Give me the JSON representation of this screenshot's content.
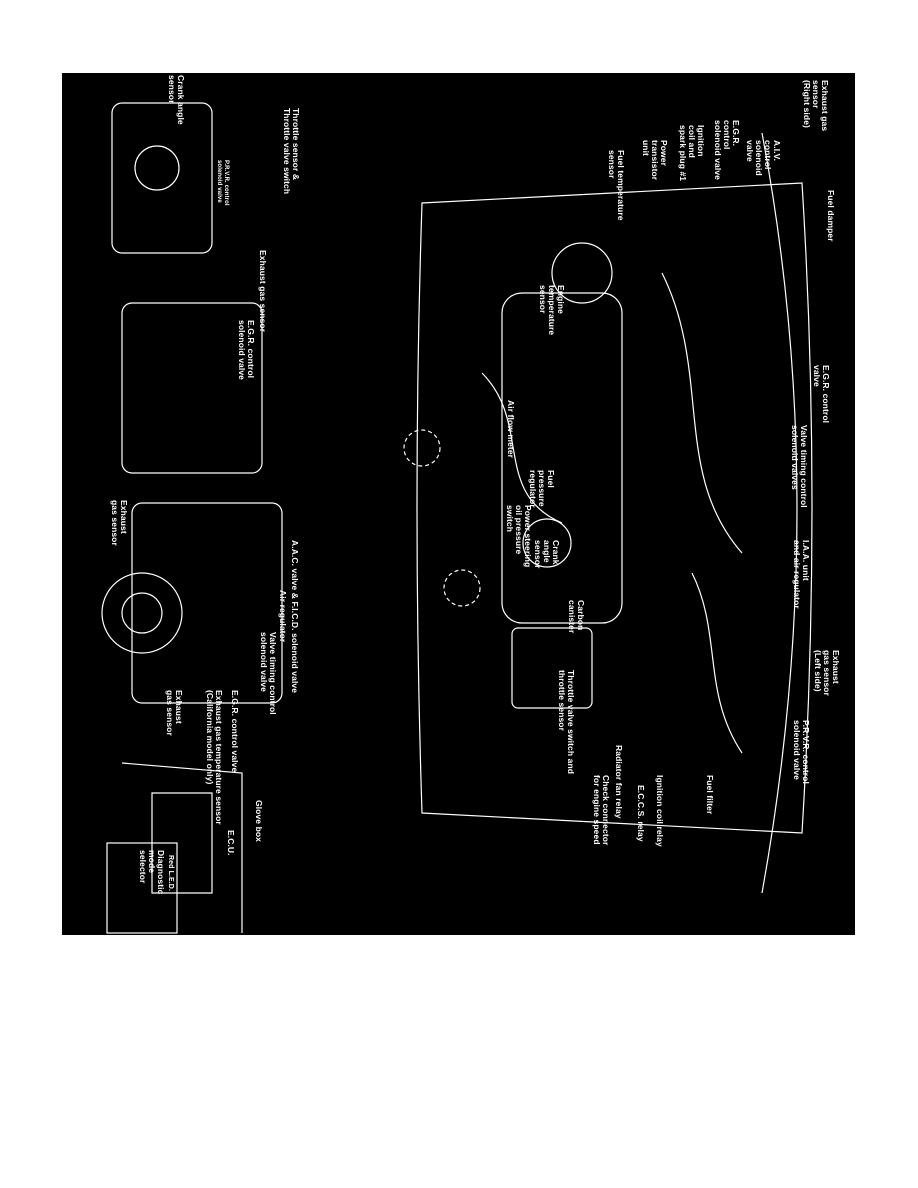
{
  "diagram": {
    "background_color": "#000000",
    "line_color": "#ffffff",
    "main_view_labels": {
      "exhaust_gas_sensor_right": "Exhaust gas\nsensor\n(Right side)",
      "aiv_solenoid": "A.I.V.\ncontrol\nsolenoid\nvalve",
      "egr_control_solenoid": "E.G.R.\ncontrol\nsolenoid valve",
      "ignition_coil": "Ignition\ncoil and\nspark plug #1",
      "power_transistor": "Power\ntransistor\nunit",
      "fuel_temperature_sensor": "Fuel temperature\nsensor",
      "fuel_damper": "Fuel damper",
      "egr_control_valve": "E.G.R. control\nvalve",
      "valve_timing_solenoids": "Valve timing control\nsolenoid valves",
      "iaa_unit": "I.A.A. unit\nand air regulator",
      "exhaust_gas_sensor_left": "Exhaust\ngas sensor\n(Left side)",
      "prvr_solenoid": "P.R.V.R. control\nsolenoid valve",
      "fuel_filter": "Fuel filter",
      "ignition_coil_relay": "Ignition coil relay",
      "eccs_relay": "E.C.C.S. relay",
      "check_connector": "Check connector\nfor engine speed",
      "radiator_fan_relay": "Radiator fan relay",
      "throttle_valve_switch": "Throttle valve switch and\nthrottle sensor",
      "carbon_canister": "Carbon\ncanister",
      "crank_angle_sensor": "Crank\nangle\nsensor",
      "ps_oil_pressure_switch": "Power steering\noil pressure\nswitch",
      "fuel_pressure_regulator": "Fuel\npressure\nregulator",
      "air_flow_meter": "Air flow meter",
      "engine_temperature_sensor": "Engine\ntemperature\nsensor"
    },
    "side_view_labels": {
      "crank_angle_sensor": "Crank angle\nsensor",
      "throttle_sensor": "Throttle sensor &\nThrottle valve switch",
      "prvr_small": "P.R.V.R. control\nsolenoid valve",
      "exhaust_gas_sensor_1": "Exhaust gas sensor",
      "egr_control_solenoid": "E.G.R. control\nsolenoid valve",
      "exhaust_gas_sensor_2": "Exhaust\ngas sensor",
      "aac_valve": "A.A.C. valve & F.I.C.D. solenoid valve",
      "air_regulator": "Air regulator",
      "valve_timing_solenoid": "Valve timing control\nsolenoid valve",
      "exhaust_gas_sensor_3": "Exhaust\ngas sensor",
      "egr_control_valve": "E.G.R. control valve",
      "exhaust_temp_sensor": "Exhaust gas temperature sensor\n(California model only)",
      "glove_box": "Glove box",
      "ecu": "E.C.U.",
      "red_led": "Red L.E.D.",
      "diagnostic_selector": "Diagnostic\nmode\nselector"
    }
  }
}
